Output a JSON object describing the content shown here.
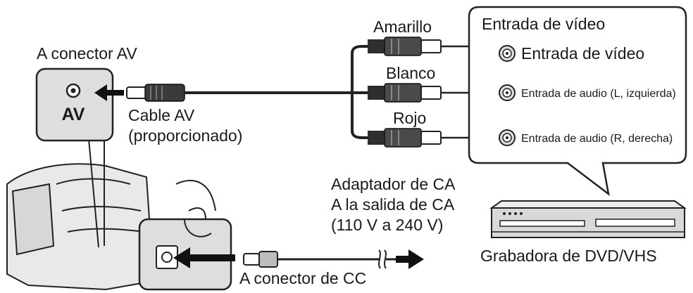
{
  "camera": {
    "av_connector_label": "A conector AV",
    "av_port_text": "AV",
    "dc_connector_label": "A conector de CC"
  },
  "cable": {
    "av_cable_line1": "Cable AV",
    "av_cable_line2": "(proporcionado)",
    "plug_colors": [
      "Amarillo",
      "Blanco",
      "Rojo"
    ]
  },
  "adapter": {
    "line1": "Adaptador de CA",
    "line2": "A la salida de CA",
    "line3": "(110 V a 240 V)"
  },
  "recorder": {
    "panel_title": "Entrada de vídeo",
    "inputs": [
      "Entrada de vídeo",
      "Entrada de audio (L, izquierda)",
      "Entrada de audio (R, derecha)"
    ],
    "device_label": "Grabadora de DVD/VHS"
  }
}
